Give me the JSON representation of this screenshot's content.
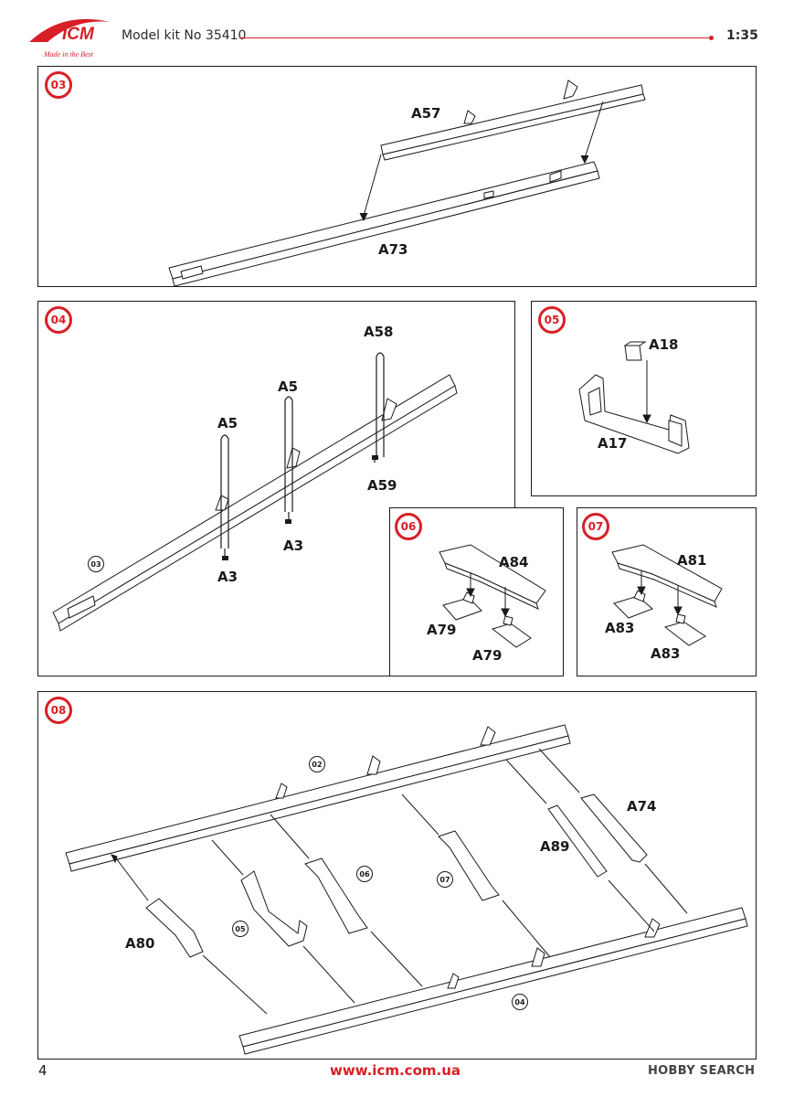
{
  "header": {
    "logo_text": "ICM",
    "logo_tagline": "Made in the Best",
    "model_label": "Model kit No 35410",
    "scale": "1:35"
  },
  "steps": [
    {
      "number": "03",
      "parts": [
        "A57",
        "A73"
      ]
    },
    {
      "number": "04",
      "parts": [
        "A58",
        "A5",
        "A5",
        "A3",
        "A3",
        "A59"
      ],
      "refs": [
        "03"
      ]
    },
    {
      "number": "05",
      "parts": [
        "A18",
        "A17"
      ]
    },
    {
      "number": "06",
      "parts": [
        "A84",
        "A79",
        "A79"
      ]
    },
    {
      "number": "07",
      "parts": [
        "A81",
        "A83",
        "A83"
      ]
    },
    {
      "number": "08",
      "parts": [
        "A74",
        "A89",
        "A80"
      ],
      "refs": [
        "02",
        "06",
        "07",
        "05",
        "04"
      ]
    }
  ],
  "footer": {
    "page_number": "4",
    "url": "www.icm.com.ua",
    "watermark": "HOBBY SEARCH"
  },
  "colors": {
    "accent": "#d81f26",
    "ink": "#1a1a1a"
  }
}
